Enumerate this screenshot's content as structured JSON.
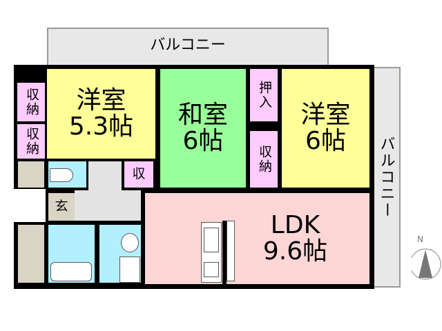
{
  "colors": {
    "western": "#ffff99",
    "japanese": "#99ff99",
    "storage": "#ffccff",
    "ldk": "#ffd6d6",
    "wet": "#b3f0ff",
    "hall": "#e3e3e3",
    "genkan": "#d9d4c5"
  },
  "balcony_top": "バルコニー",
  "balcony_right": "バルコニー",
  "rooms": {
    "western1": {
      "name": "洋室",
      "size": "5.3帖"
    },
    "japanese": {
      "name": "和室",
      "size": "6帖"
    },
    "western2": {
      "name": "洋室",
      "size": "6帖"
    },
    "ldk": {
      "name": "LDK",
      "size": "9.6帖"
    }
  },
  "storage": {
    "s1": "収納",
    "s2": "収納",
    "oshiire": "押入",
    "s3": "収納",
    "small": "収"
  },
  "genkan": "玄",
  "compass": "N"
}
